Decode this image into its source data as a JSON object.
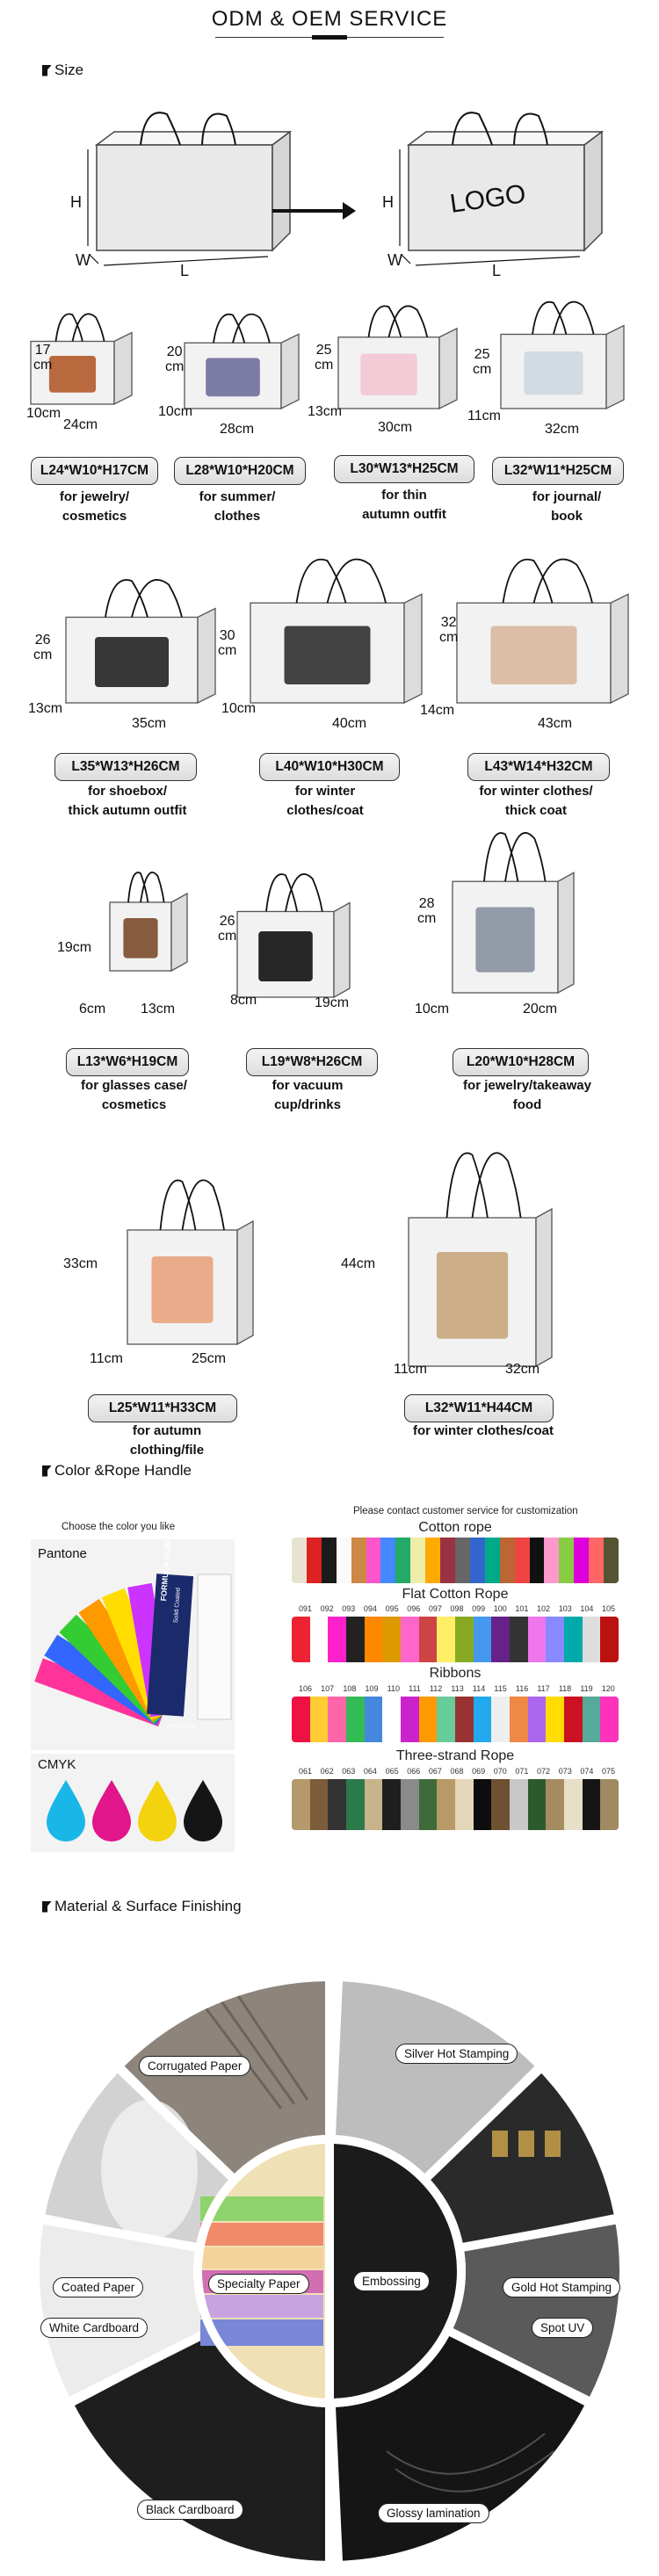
{
  "header": {
    "title": "ODM & OEM SERVICE"
  },
  "sections": {
    "size": "Size",
    "color": "Color &Rope Handle",
    "material": "Material & Surface Finishing"
  },
  "diagram": {
    "left": {
      "h": "H",
      "w": "W",
      "l": "L"
    },
    "right": {
      "h": "H",
      "w": "W",
      "l": "L",
      "logo": "LOGO"
    }
  },
  "bags": [
    {
      "h": "17\ncm",
      "w": "10cm",
      "l": "24cm",
      "spec": "L24*W10*H17CM",
      "desc": "for jewelry/\ncosmetics"
    },
    {
      "h": "20\ncm",
      "w": "10cm",
      "l": "28cm",
      "spec": "L28*W10*H20CM",
      "desc": "for summer/\nclothes"
    },
    {
      "h": "25\ncm",
      "w": "13cm",
      "l": "30cm",
      "spec": "L30*W13*H25CM",
      "desc": "for thin\nautumn outfit"
    },
    {
      "h": "25\ncm",
      "w": "11cm",
      "l": "32cm",
      "spec": "L32*W11*H25CM",
      "desc": "for journal/\nbook"
    },
    {
      "h": "26\ncm",
      "w": "13cm",
      "l": "35cm",
      "spec": "L35*W13*H26CM",
      "desc": "for shoebox/\nthick autumn outfit"
    },
    {
      "h": "30\ncm",
      "w": "10cm",
      "l": "40cm",
      "spec": "L40*W10*H30CM",
      "desc": "for winter\nclothes/coat"
    },
    {
      "h": "32\ncm",
      "w": "14cm",
      "l": "43cm",
      "spec": "L43*W14*H32CM",
      "desc": "for winter clothes/\nthick coat"
    },
    {
      "h": "19cm",
      "w": "6cm",
      "l": "13cm",
      "spec": "L13*W6*H19CM",
      "desc": "for glasses case/\ncosmetics"
    },
    {
      "h": "26\ncm",
      "w": "8cm",
      "l": "19cm",
      "spec": "L19*W8*H26CM",
      "desc": "for vacuum\ncup/drinks"
    },
    {
      "h": "28\ncm",
      "w": "10cm",
      "l": "20cm",
      "spec": "L20*W10*H28CM",
      "desc": "for jewelry/takeaway\nfood"
    },
    {
      "h": "33cm",
      "w": "11cm",
      "l": "25cm",
      "spec": "L25*W11*H33CM",
      "desc": "for autumn clothing/file"
    },
    {
      "h": "44cm",
      "w": "11cm",
      "l": "32cm",
      "spec": "L32*W11*H44CM",
      "desc": "for winter clothes/coat"
    }
  ],
  "color": {
    "choose": "Choose the color you like",
    "pantone": "Pantone",
    "cmyk": "CMYK",
    "guide_title": "FORMULA GUIDE",
    "guide_sub": "Solid Coated",
    "guide_brand": "PANTONE",
    "contact": "Please contact customer service for customization",
    "ropes": [
      "Cotton rope",
      "Flat Cotton Rope",
      "Ribbons",
      "Three-strand Rope"
    ],
    "flat_nums": [
      "091",
      "092",
      "093",
      "094",
      "095",
      "096",
      "097",
      "098",
      "099",
      "100",
      "101",
      "102",
      "103",
      "104",
      "105"
    ],
    "ribbon_nums": [
      "106",
      "107",
      "108",
      "109",
      "110",
      "111",
      "112",
      "113",
      "114",
      "115",
      "116",
      "117",
      "118",
      "119",
      "120"
    ],
    "strand_nums": [
      "061",
      "062",
      "063",
      "064",
      "065",
      "066",
      "067",
      "068",
      "069",
      "070",
      "071",
      "072",
      "073",
      "074",
      "075"
    ]
  },
  "finishing": {
    "left": [
      "Corrugated Paper",
      "Coated Paper",
      "White Cardboard",
      "Black Cardboard"
    ],
    "center_left": "Specialty Paper",
    "center_right": "Embossing",
    "right": [
      "Silver Hot Stamping",
      "Gold Hot Stamping",
      "Spot UV",
      "Glossy lamination"
    ]
  }
}
